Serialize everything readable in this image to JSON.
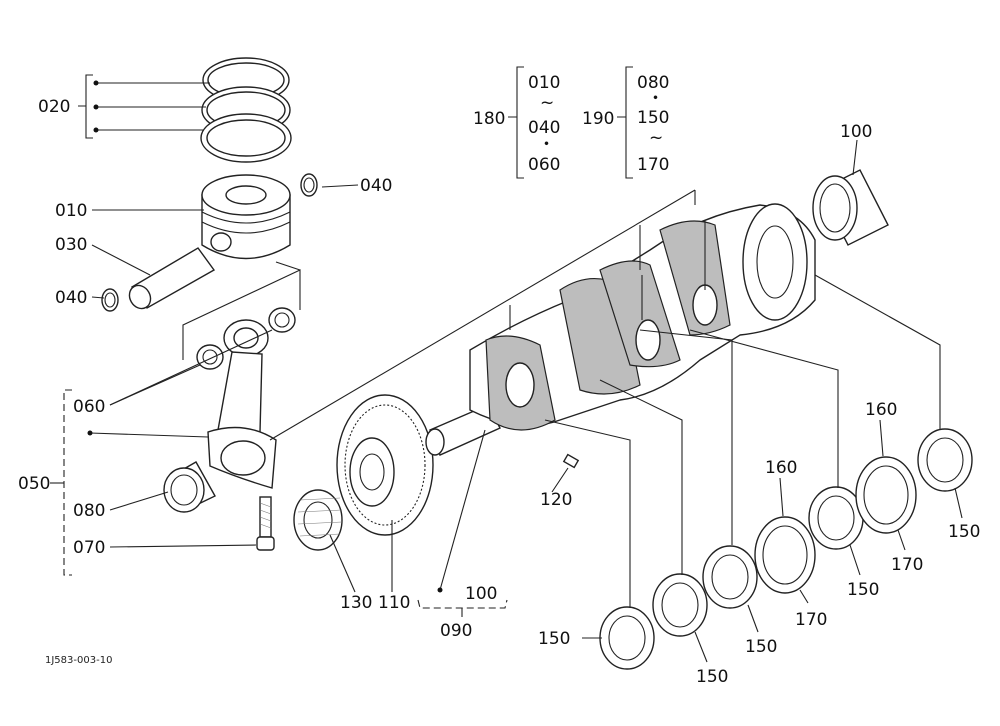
{
  "drawing_code": "1J583-003-10",
  "callouts": {
    "c010a": "010",
    "c020": "020",
    "c030": "030",
    "c040a": "040",
    "c040b": "040",
    "c060": "060",
    "c050": "050",
    "c080a": "080",
    "c070": "070",
    "c130": "130",
    "c110": "110",
    "c100a": "100",
    "c090": "090",
    "c120": "120",
    "c100b": "100",
    "c180": "180",
    "g180_1": "010",
    "g180_tilde": "~",
    "g180_2": "040",
    "g180_dot": "・",
    "g180_3": "060",
    "c190": "190",
    "g190_1": "080",
    "g190_dot": "・",
    "g190_2": "150",
    "g190_tilde": "~",
    "g190_3": "170",
    "c150a": "150",
    "c150b": "150",
    "c150c": "150",
    "c150d": "150",
    "c150e": "150",
    "c160a": "160",
    "c160b": "160",
    "c170a": "170",
    "c170b": "170"
  }
}
